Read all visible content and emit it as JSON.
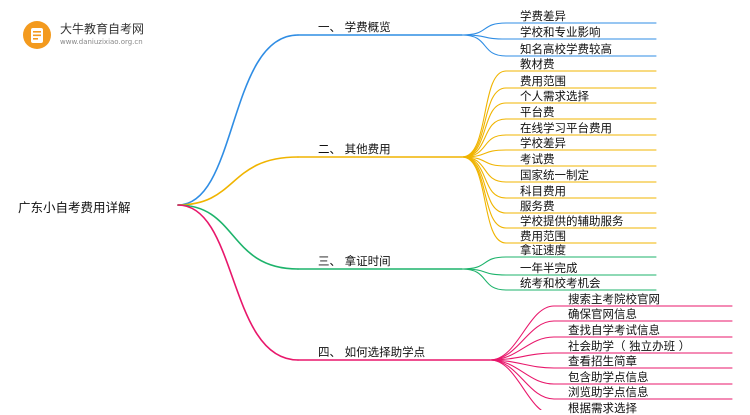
{
  "logo": {
    "name": "大牛教育自考网",
    "url": "www.daniuzixiao.org.cn"
  },
  "root": "广东小自考费用详解",
  "branches": [
    {
      "label": "一、 学费概览",
      "color": "#2f8de4",
      "children": [
        "学费差异",
        "学校和专业影响",
        "知名高校学费较高"
      ]
    },
    {
      "label": "二、 其他费用",
      "color": "#f0b400",
      "children": [
        "教材费",
        "费用范围",
        "个人需求选择",
        "平台费",
        "在线学习平台费用",
        "学校差异",
        "考试费",
        "国家统一制定",
        "科目费用",
        "服务费",
        "学校提供的辅助服务",
        "费用范围"
      ]
    },
    {
      "label": "三、 拿证时间",
      "color": "#1db36b",
      "children": [
        "拿证速度",
        "一年半完成",
        "统考和校考机会"
      ]
    },
    {
      "label": "四、 如何选择助学点",
      "color": "#e8176b",
      "children": [
        "搜索主考院校官网",
        "确保官网信息",
        "查找自学考试信息",
        "社会助学（ 独立办班 ）",
        "查看招生简章",
        "包含助学点信息",
        "浏览助学点信息",
        "根据需求选择"
      ]
    }
  ]
}
